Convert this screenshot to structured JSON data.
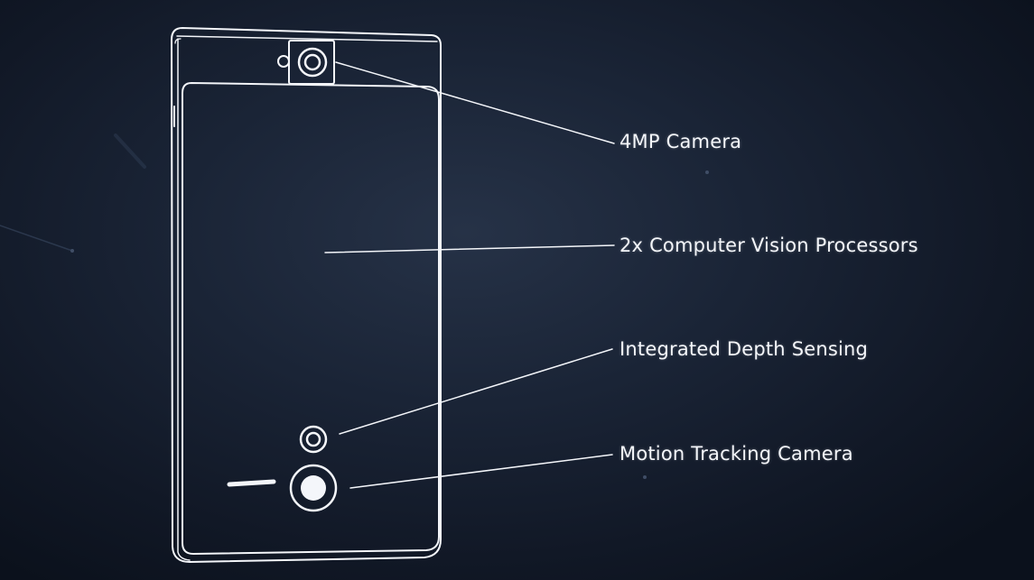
{
  "callouts": [
    {
      "id": "camera",
      "text": "4MP Camera"
    },
    {
      "id": "processors",
      "text": "2x Computer Vision Processors"
    },
    {
      "id": "depth",
      "text": "Integrated Depth Sensing"
    },
    {
      "id": "motion",
      "text": "Motion Tracking Camera"
    }
  ],
  "colors": {
    "background": "#111826",
    "outline": "#f4f6fa"
  }
}
